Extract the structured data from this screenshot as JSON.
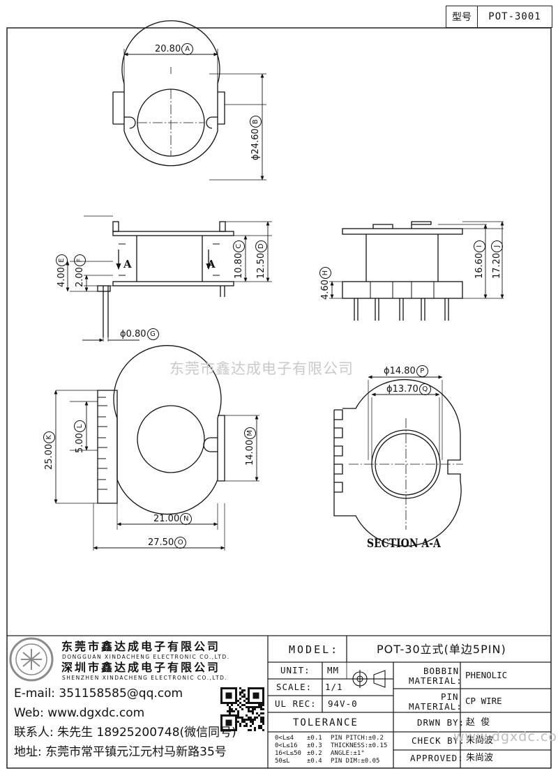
{
  "header": {
    "type_label": "型号",
    "type_value": "POT-3001"
  },
  "dims": {
    "A": "20.80",
    "B": "ϕ24.60",
    "C": "10.80",
    "D": "12.50",
    "E": "4.00",
    "F": "2.00",
    "G": "ϕ0.80",
    "H": "4.60",
    "I": "16.60",
    "J": "17.20",
    "K": "25.00",
    "L": "5.00",
    "M": "14.00",
    "N": "21.00",
    "O": "27.50",
    "P": "ϕ14.80",
    "Q": "ϕ13.70"
  },
  "circled": [
    "A",
    "B",
    "C",
    "D",
    "E",
    "F",
    "G",
    "H",
    "I",
    "J",
    "K",
    "L",
    "M",
    "N",
    "O",
    "P",
    "Q"
  ],
  "section_marker": "A",
  "section_title": "SECTION A-A",
  "watermark_center": "东莞市鑫达成电子有限公司",
  "company": {
    "cn1": "东莞市鑫达成电子有限公司",
    "en1": "DONGGUAN XINDACHENG ELECTRONIC CO.,LTD.",
    "cn2": "深圳市鑫达成电子有限公司",
    "en2": "SHENZHEN XINDACHENG ELECTRONIC CO.,LTD.",
    "email": "E-mail: 351158585@qq.com",
    "web": "Web: www.dgxdc.com",
    "contact": "联系人: 朱先生 18925200748(微信同号)",
    "address": "地址: 东莞市常平镇元江元村马新路35号"
  },
  "title_block": {
    "model_label": "MODEL:",
    "model_value": "POT-30立式(单边5PIN)",
    "unit_label": "UNIT:",
    "unit_value": "MM",
    "scale_label": "SCALE:",
    "scale_value": "1/1",
    "ulrec_label": "UL REC:",
    "ulrec_value": "94V-0",
    "tolerance_label": "TOLERANCE",
    "bobbin_label_1": "BOBBIN",
    "bobbin_label_2": "MATERIAL:",
    "bobbin_value": "PHENOLIC",
    "pin_label_1": "PIN",
    "pin_label_2": "MATERIAL:",
    "pin_value": "CP WIRE",
    "drawn_label": "DRWN BY:",
    "drawn_value": "赵  俊",
    "check_label": "CHECK BY:",
    "check_value": "朱尚波",
    "approved_label": "APPROVED:",
    "approved_value": "朱尚波",
    "tol": [
      [
        "0<L≤4",
        "±0.1",
        "PIN PITCH:±0.2"
      ],
      [
        "0<L≤16",
        "±0.3",
        "THICKNESS:±0.15"
      ],
      [
        "16<L≤50",
        "±0.2",
        "ANGLE:±1°"
      ],
      [
        "50≤L",
        "±0.4",
        "PIN DIM:±0.05"
      ]
    ]
  },
  "watermark_corner": "www.dgxdc.com"
}
